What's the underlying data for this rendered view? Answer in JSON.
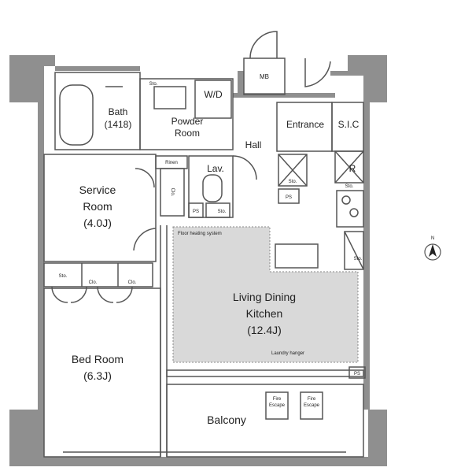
{
  "colors": {
    "wall": "#8f8f8f",
    "line": "#555555",
    "floor_heating": "#d9d9d9",
    "background": "#ffffff"
  },
  "compass": {
    "label": "N"
  },
  "rooms": {
    "bath": {
      "name": "Bath",
      "size": "(1418)"
    },
    "powder_room": {
      "line1": "Powder",
      "line2": "Room"
    },
    "wd": {
      "name": "W/D"
    },
    "mb": {
      "name": "MB"
    },
    "entrance": {
      "name": "Entrance"
    },
    "sic": {
      "name": "S.I.C"
    },
    "hall": {
      "name": "Hall"
    },
    "rinen": {
      "name": "Rinen"
    },
    "lav": {
      "name": "Lav."
    },
    "refrigerator": {
      "name": "R"
    },
    "service_room": {
      "line1": "Service",
      "line2": "Room",
      "size": "(4.0J)"
    },
    "ldk": {
      "line1": "Living Dining",
      "line2": "Kitchen",
      "size": "(12.4J)"
    },
    "bed_room": {
      "name": "Bed Room",
      "size": "(6.3J)"
    },
    "balcony": {
      "name": "Balcony"
    }
  },
  "labels": {
    "floor_heating": "Floor heating system",
    "laundry_hanger": "Laundry hanger",
    "ps": "PS",
    "sto": "Sto.",
    "clo": "Clo.",
    "fire_escape_1": "Fire",
    "fire_escape_2": "Escape"
  }
}
